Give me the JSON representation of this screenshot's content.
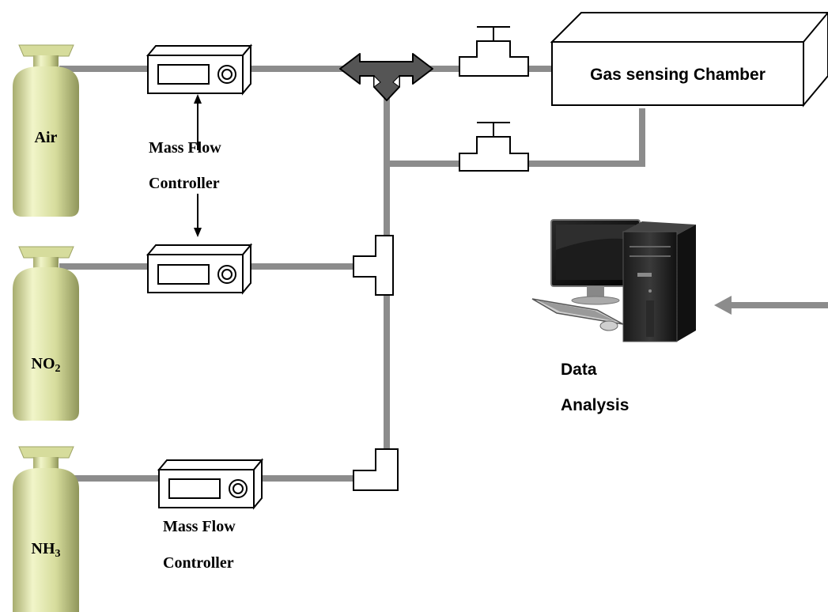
{
  "cylinders": [
    {
      "label": "Air",
      "subscript": ""
    },
    {
      "label": "NO",
      "subscript": "2"
    },
    {
      "label": "NH",
      "subscript": "3"
    }
  ],
  "mfc_label_top": {
    "line1": "Mass Flow",
    "line2": "Controller"
  },
  "mfc_label_bottom": {
    "line1": "Mass Flow",
    "line2": "Controller"
  },
  "chamber": {
    "label": "Gas sensing Chamber"
  },
  "analysis": {
    "line1": "Data",
    "line2": "Analysis"
  },
  "colors": {
    "pipe": "#8c8c8c",
    "cylinder_light": "#f4f7cf",
    "cylinder_mid": "#d8dea1",
    "cylinder_dark": "#9ea466",
    "valve_dark": "#555555"
  }
}
